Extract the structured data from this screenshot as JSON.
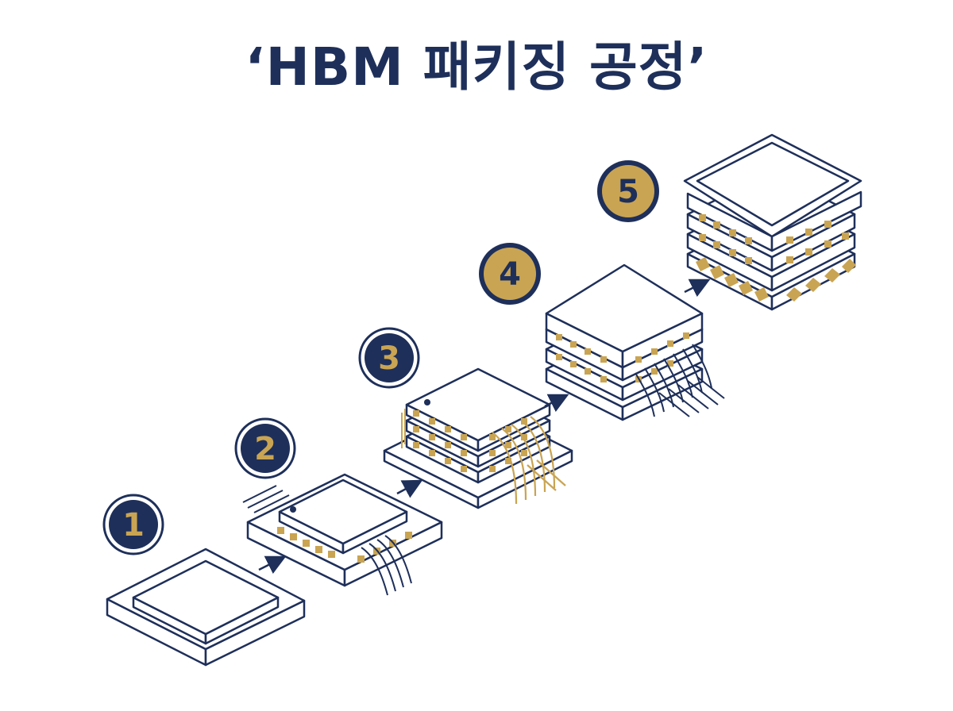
{
  "title": "‘HBM 패키징 공정’",
  "colors": {
    "navy": "#1e2f5a",
    "gold": "#c9a452",
    "white": "#ffffff"
  },
  "steps": [
    {
      "number": "1",
      "badge_style": "navy"
    },
    {
      "number": "2",
      "badge_style": "navy"
    },
    {
      "number": "3",
      "badge_style": "navy"
    },
    {
      "number": "4",
      "badge_style": "gold"
    },
    {
      "number": "5",
      "badge_style": "gold"
    }
  ]
}
